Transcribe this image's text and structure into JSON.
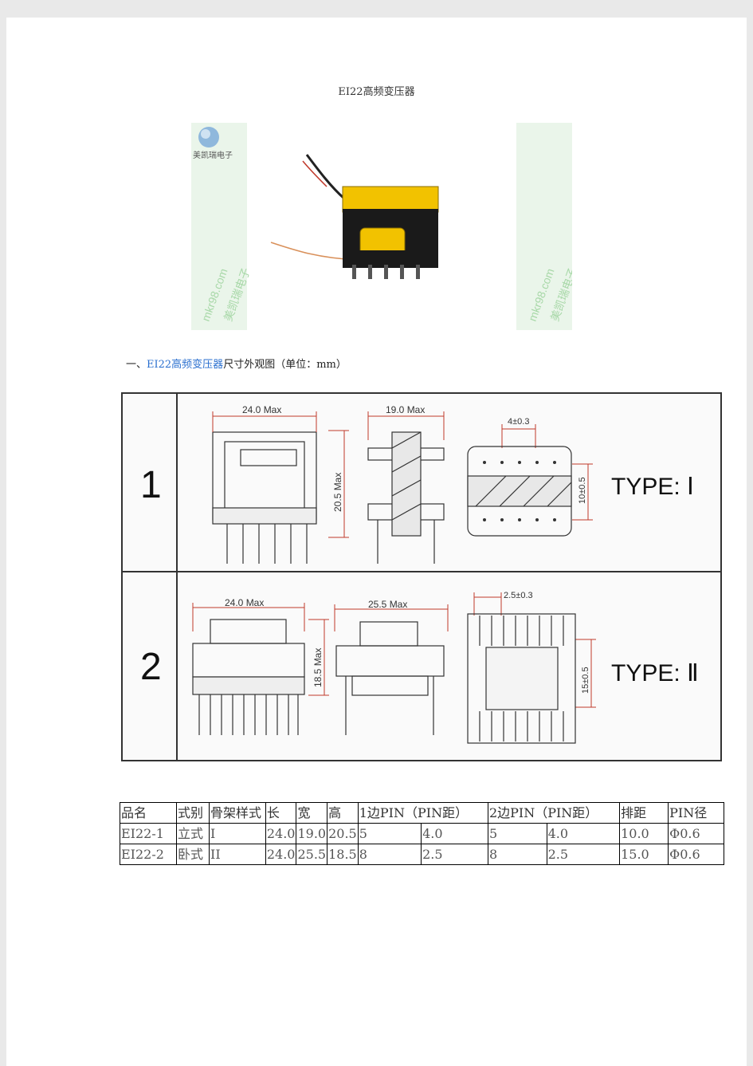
{
  "document": {
    "title": "EI22高频变压器",
    "photo": {
      "watermark_brand": "美凯瑞电子",
      "watermark_url": "mkr98.com"
    },
    "section": {
      "prefix": "一、",
      "link_text": "EI22高频变压器",
      "suffix": "尺寸外观图（单位：mm）"
    },
    "drawing": {
      "rows": [
        {
          "number": "1",
          "type_label": "TYPE: Ⅰ",
          "dims": [
            "24.0 Max",
            "19.0 Max",
            "4±0.3",
            "20.5 Max",
            "10±0.5"
          ]
        },
        {
          "number": "2",
          "type_label": "TYPE: Ⅱ",
          "dims": [
            "24.0 Max",
            "25.5 Max",
            "2.5±0.3",
            "18.5 Max",
            "15±0.5"
          ]
        }
      ]
    },
    "table": {
      "headers": [
        "品名",
        "式别",
        "骨架样式",
        "长",
        "宽",
        "高",
        "1边PIN（PIN距）",
        "2边PIN（PIN距）",
        "排距",
        "PIN径"
      ],
      "rows": [
        {
          "name": "EI22-1",
          "style": "立式",
          "bobbin": "I",
          "length": "24.0",
          "width": "19.0",
          "height": "20.5",
          "side1_pins": "5",
          "side1_pitch": "4.0",
          "side2_pins": "5",
          "side2_pitch": "4.0",
          "row_spacing": "10.0",
          "pin_dia": "Φ0.6"
        },
        {
          "name": "EI22-2",
          "style": "卧式",
          "bobbin": "II",
          "length": "24.0",
          "width": "25.5",
          "height": "18.5",
          "side1_pins": "8",
          "side1_pitch": "2.5",
          "side2_pins": "8",
          "side2_pitch": "2.5",
          "row_spacing": "15.0",
          "pin_dia": "Φ0.6"
        }
      ]
    }
  },
  "colors": {
    "link": "#2a6fcf",
    "dimension": "#c0392b",
    "core_yellow": "#f2c200"
  }
}
